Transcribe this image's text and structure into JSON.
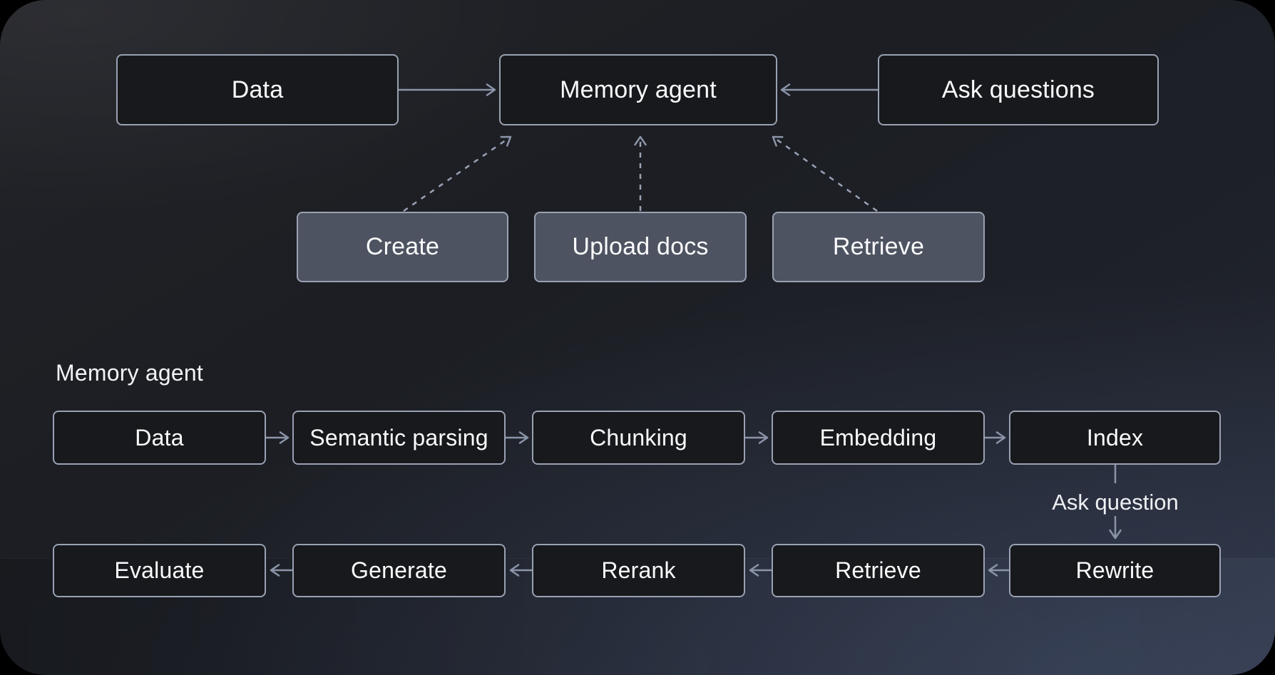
{
  "colors": {
    "page_background": "#000000",
    "canvas_gradient_top_left": "#222328",
    "canvas_gradient_bottom_right": "#272C39",
    "node_dark_fill": "#18191C",
    "node_gray_fill": "#4E5361",
    "node_border": "#99A1B3",
    "arrow": "#8B94A8",
    "text": "#FAFBFC"
  },
  "overview": {
    "flow_nodes": [
      {
        "id": "data",
        "label": "Data"
      },
      {
        "id": "memory-agent",
        "label": "Memory agent"
      },
      {
        "id": "ask-questions",
        "label": "Ask questions"
      }
    ],
    "action_nodes": [
      {
        "id": "create",
        "label": "Create"
      },
      {
        "id": "upload-docs",
        "label": "Upload docs"
      },
      {
        "id": "retrieve",
        "label": "Retrieve"
      }
    ]
  },
  "detail": {
    "section_title": "Memory agent",
    "ingest_pipeline": [
      "Data",
      "Semantic parsing",
      "Chunking",
      "Embedding",
      "Index"
    ],
    "query_pipeline": [
      "Evaluate",
      "Generate",
      "Rerank",
      "Retrieve",
      "Rewrite"
    ],
    "edge_label": "Ask question"
  }
}
